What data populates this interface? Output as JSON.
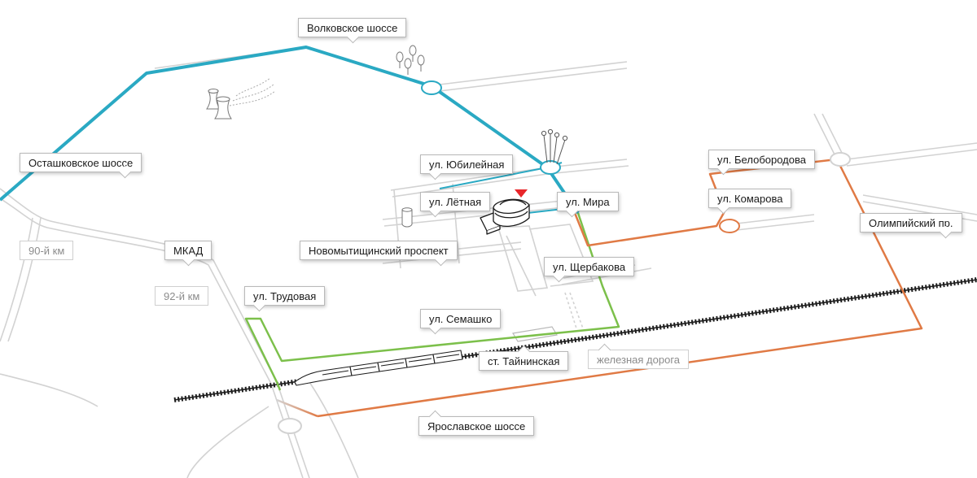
{
  "map": {
    "route_colors": {
      "blue": "#2aa9c3",
      "green": "#7cc04b",
      "orange": "#e07a45",
      "road": "#d4d4d4",
      "rail": "#222222",
      "destination": "#e8262a"
    },
    "labels": {
      "volkovskoe": "Волковское шоссе",
      "ostashkovskoe": "Осташковское шоссе",
      "yubileynaya": "ул. Юбилейная",
      "letnaya": "ул. Лётная",
      "mira": "ул. Мира",
      "belobor": "ул. Белобородова",
      "komarova": "ул. Комарова",
      "olimpiysky": "Олимпийский пр.",
      "novomyt": "Новомытищинский проспект",
      "km90": "90-й км",
      "mkad": "МКАД",
      "km92": "92-й км",
      "trudovaya": "ул. Трудовая",
      "shcherbakova": "ул. Щербакова",
      "semashko": "ул. Семашко",
      "taininskaya": "ст. Тайнинская",
      "railway": "железная дорога",
      "yaroslavskoe": "Ярославское шоссе"
    },
    "icons": {
      "destination": "destination-marker-icon",
      "trees": "trees-icon",
      "cooling_towers": "cooling-towers-icon",
      "monument": "monument-icon",
      "train": "train-icon",
      "arena": "arena-building-icon"
    }
  }
}
